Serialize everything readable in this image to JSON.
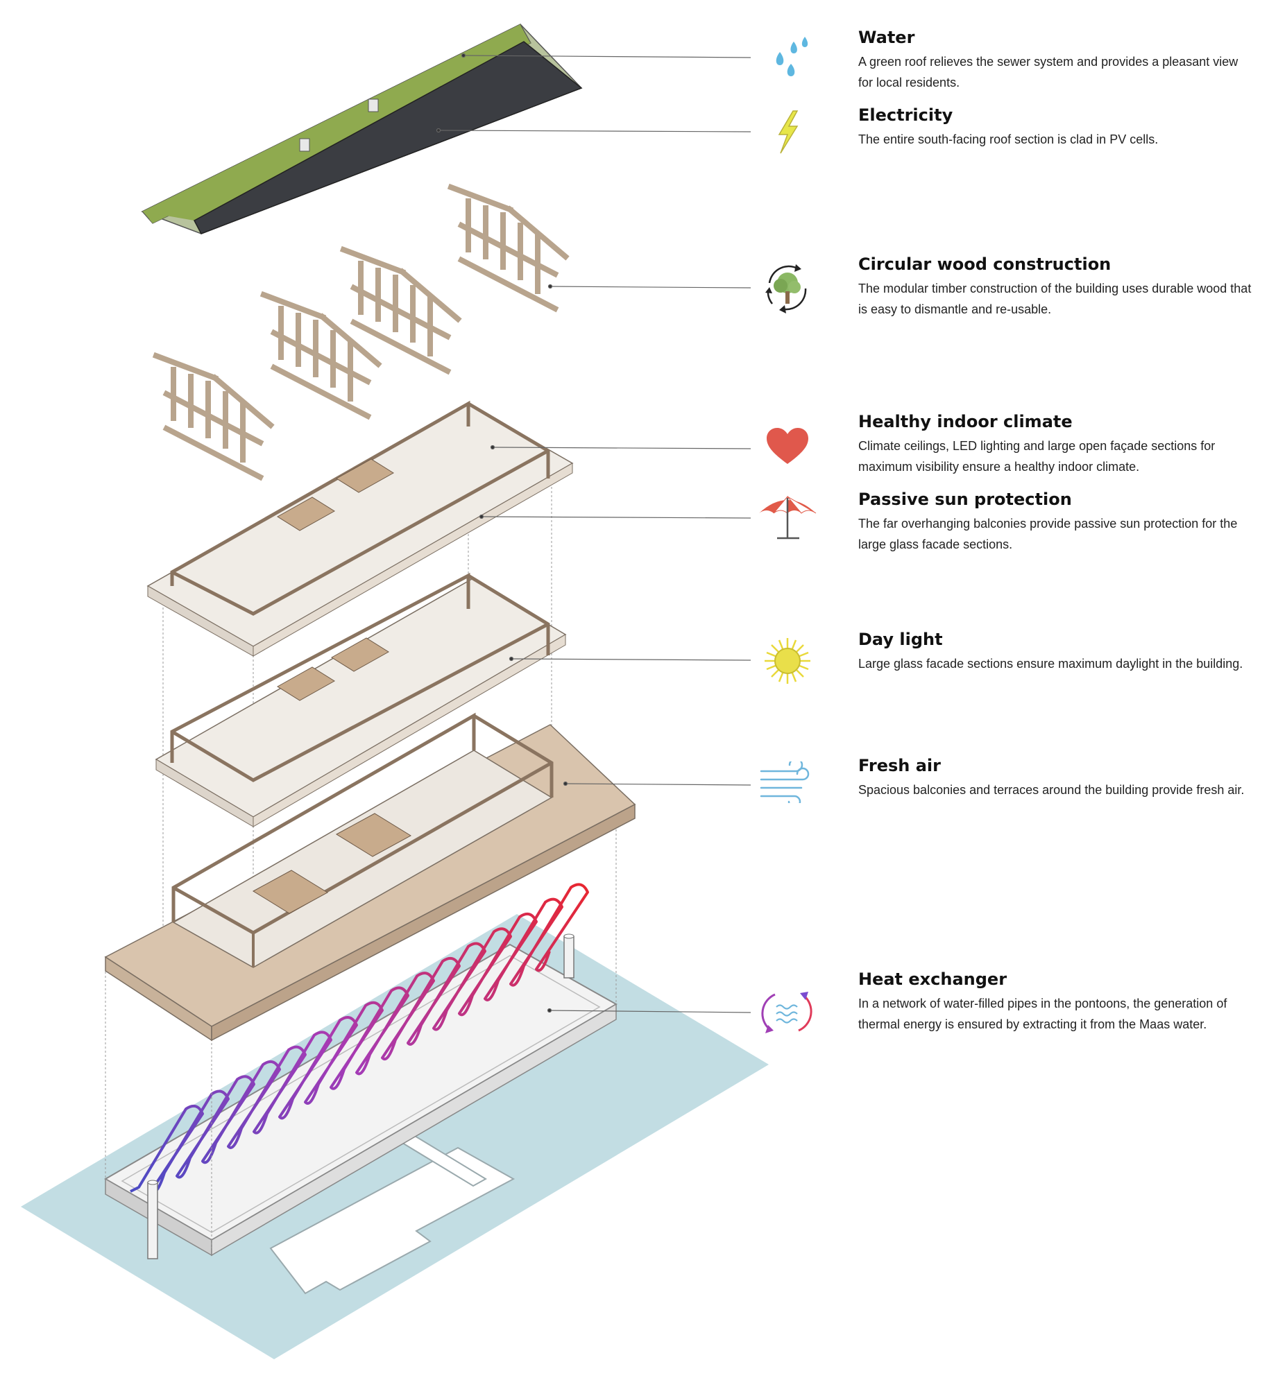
{
  "features": [
    {
      "icon": "raindrops-icon",
      "title": "Water",
      "text": "A green roof relieves the sewer system and provides a pleasant view for local residents."
    },
    {
      "icon": "lightning-icon",
      "title": "Electricity",
      "text": "The entire south-facing roof section is clad in PV cells."
    },
    {
      "icon": "recycle-tree-icon",
      "title": "Circular wood construction",
      "text": "The modular timber construction of the building uses durable wood that is easy to dismantle and re-usable."
    },
    {
      "icon": "heart-icon",
      "title": "Healthy indoor climate",
      "text": "Climate ceilings, LED lighting and large open façade sections for maximum visibility ensure a healthy indoor climate."
    },
    {
      "icon": "parasol-icon",
      "title": "Passive sun protection",
      "text": "The far overhanging balconies provide passive sun protection for the large glass facade sections."
    },
    {
      "icon": "sun-icon",
      "title": "Day light",
      "text": "Large glass facade sections ensure maximum daylight in the building."
    },
    {
      "icon": "wind-icon",
      "title": "Fresh air",
      "text": "Spacious balconies and terraces around the building provide fresh air."
    },
    {
      "icon": "heat-exchange-icon",
      "title": "Heat exchanger",
      "text": "In a network of water-filled pipes in the pontoons, the generation of thermal energy is ensured by extracting it from the Maas water."
    }
  ],
  "colors": {
    "green_roof": "#8faa4f",
    "pv_panels": "#3b3d42",
    "timber": "#b8a48d",
    "floor": "#ede6dc",
    "terrace": "#d9c4ad",
    "water": "#c2dde3",
    "pipe_warm": "#e8262f",
    "pipe_cool": "#4a4bc4",
    "heart": "#e0584c",
    "sun": "#e9df4a"
  }
}
